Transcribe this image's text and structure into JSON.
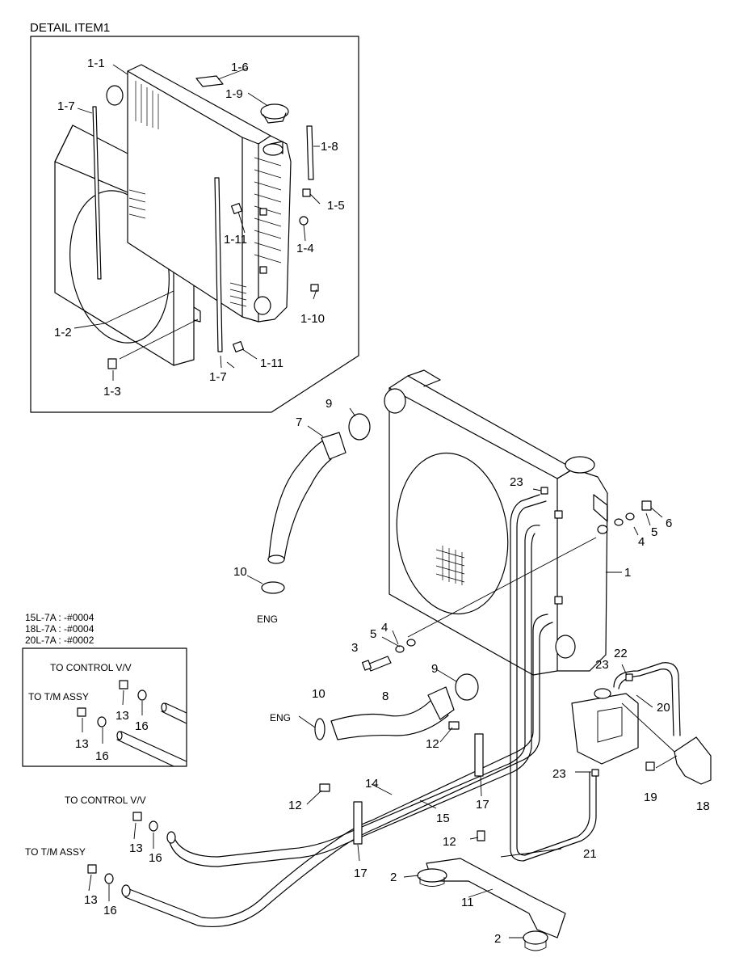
{
  "detail_title": "DETAIL ITEM1",
  "serial_notes": [
    "15L-7A : -#0004",
    "18L-7A : -#0004",
    "20L-7A : -#0002"
  ],
  "inset_labels": {
    "to_control": "TO CONTROL V/V",
    "to_tm": "TO T/M ASSY",
    "p13a": "13",
    "p16a": "16",
    "p13b": "13",
    "p16b": "16"
  },
  "route_labels": {
    "to_control": "TO CONTROL V/V",
    "to_tm": "TO T/M ASSY",
    "eng_top": "ENG",
    "eng_mid": "ENG"
  },
  "detail_parts": {
    "p1_1": "1-1",
    "p1_2": "1-2",
    "p1_3": "1-3",
    "p1_4": "1-4",
    "p1_5": "1-5",
    "p1_6": "1-6",
    "p1_7a": "1-7",
    "p1_7b": "1-7",
    "p1_8": "1-8",
    "p1_9": "1-9",
    "p1_10": "1-10",
    "p1_11a": "1-11",
    "p1_11b": "1-11"
  },
  "main_parts": {
    "p1": "1",
    "p2a": "2",
    "p2b": "2",
    "p3": "3",
    "p4a": "4",
    "p4b": "4",
    "p5a": "5",
    "p5b": "5",
    "p6": "6",
    "p7": "7",
    "p8": "8",
    "p9a": "9",
    "p9b": "9",
    "p10a": "10",
    "p10b": "10",
    "p11": "11",
    "p12a": "12",
    "p12b": "12",
    "p12c": "12",
    "p13a": "13",
    "p13b": "13",
    "p14": "14",
    "p15": "15",
    "p16a": "16",
    "p16b": "16",
    "p17a": "17",
    "p17b": "17",
    "p18": "18",
    "p19": "19",
    "p20": "20",
    "p21": "21",
    "p22": "22",
    "p23a": "23",
    "p23b": "23",
    "p23c": "23"
  }
}
